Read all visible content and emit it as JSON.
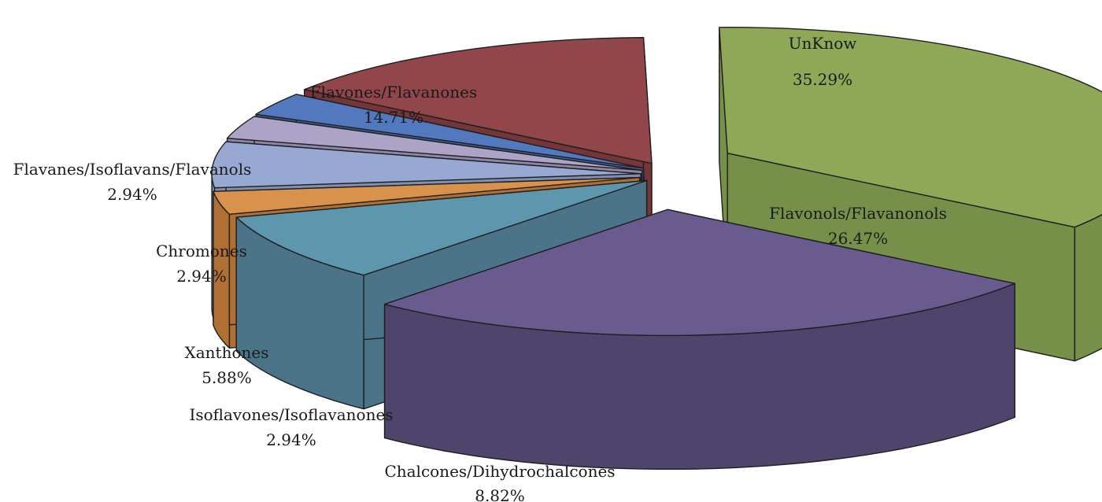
{
  "chart_data": {
    "type": "pie",
    "style": "exploded-3d",
    "title": "",
    "slices": [
      {
        "name": "UnKnow",
        "value": 35.29,
        "label": "35.29%",
        "color": "#8ea858",
        "side": "#76904a"
      },
      {
        "name": "Flavonols/Flavanonols",
        "value": 26.47,
        "label": "26.47%",
        "color": "#6a5b8f",
        "side": "#4f456c"
      },
      {
        "name": "Chalcones/Dihydrochalcones",
        "value": 8.82,
        "label": "8.82%",
        "color": "#5e96ad",
        "side": "#4b7488"
      },
      {
        "name": "Isoflavones/Isoflavanones",
        "value": 2.94,
        "label": "2.94%",
        "color": "#d9924c",
        "side": "#b06f33"
      },
      {
        "name": "Xanthones",
        "value": 5.88,
        "label": "5.88%",
        "color": "#97a9d2",
        "side": "#7f8eb1"
      },
      {
        "name": "Chromones",
        "value": 2.94,
        "label": "2.94%",
        "color": "#aca3c7",
        "side": "#8e86a8"
      },
      {
        "name": "Flavanes/Isoflavans/Flavanols",
        "value": 2.94,
        "label": "2.94%",
        "color": "#5279bd",
        "side": "#3f5f96"
      },
      {
        "name": "Flavones/Flavanones",
        "value": 14.71,
        "label": "14.71%",
        "color": "#91474a",
        "side": "#743638"
      }
    ]
  }
}
